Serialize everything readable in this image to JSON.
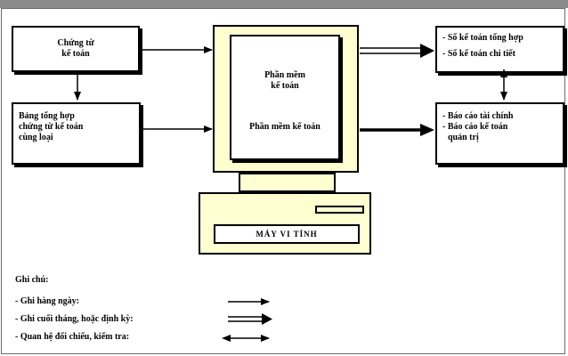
{
  "boxes": {
    "source_docs": [
      "Chứng từ",
      "kế toán"
    ],
    "summary_table": [
      "Bảng tổng hợp",
      "chứng từ kế toán",
      "cùng loại"
    ],
    "ledgers": [
      "- Sổ kế toán tổng hợp",
      "- Sổ kế toán chi tiết"
    ],
    "reports": [
      "- Báo cáo tài chính",
      "- Báo cáo kế toán",
      "quản trị"
    ]
  },
  "computer": {
    "screen_title": [
      "Phần mềm",
      "kế toán"
    ],
    "screen_subtitle": "Phần mềm kế toán",
    "cpu_label": "MÁY VI TÍNH"
  },
  "legend": {
    "title": "Ghi chú:",
    "items": [
      "- Ghi hàng ngày:",
      "- Ghi cuối tháng, hoặc định kỳ:",
      "- Quan hệ đối chiếu, kiểm tra:"
    ]
  }
}
